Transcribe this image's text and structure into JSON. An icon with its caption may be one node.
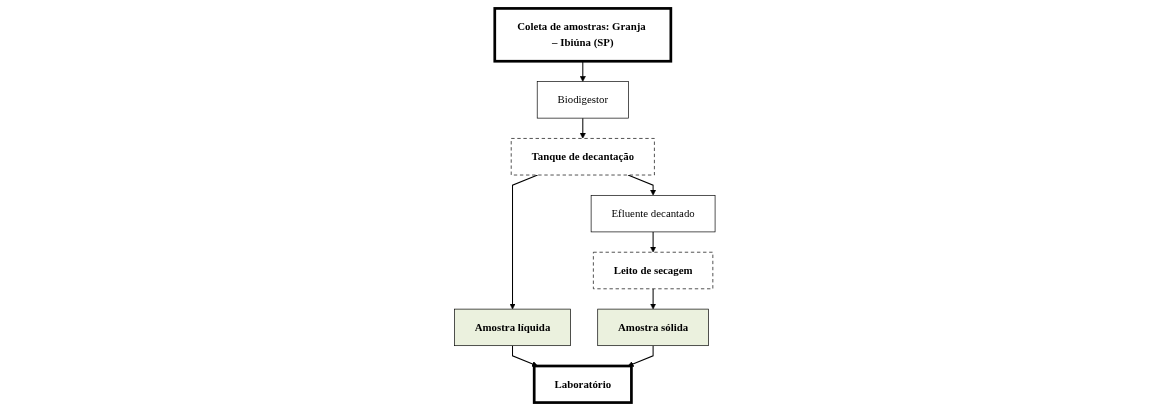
{
  "diagram": {
    "nodes": [
      {
        "text": [
          "Coleta de amostras: Granja – Ibiúna (SP)"
        ]
      },
      {
        "text": [
          "Biodigestor"
        ]
      },
      {
        "text": [
          "Tanque de decantação"
        ]
      },
      {
        "text": [
          "Efluente decantado"
        ]
      },
      {
        "text": [
          "Leito de secagem"
        ]
      },
      {
        "text": [
          "Amostra líquida"
        ]
      },
      {
        "text": [
          "Amostra sólida"
        ]
      },
      {
        "text": [
          "Laboratório"
        ]
      }
    ],
    "edges": [
      {
        "from": 0,
        "to": 1,
        "arrow": "to"
      },
      {
        "from": 1,
        "to": 2,
        "arrow": "to"
      },
      {
        "from": 2,
        "to": 3,
        "arrow": "to"
      },
      {
        "from": 3,
        "to": 4,
        "arrow": "to"
      },
      {
        "from": 2,
        "to": 5,
        "arrow": "to"
      },
      {
        "from": 4,
        "to": 6,
        "arrow": "to"
      },
      {
        "from": 5,
        "to": 7,
        "arrow": "to"
      },
      {
        "from": 6,
        "to": 7,
        "arrow": "to"
      }
    ]
  }
}
